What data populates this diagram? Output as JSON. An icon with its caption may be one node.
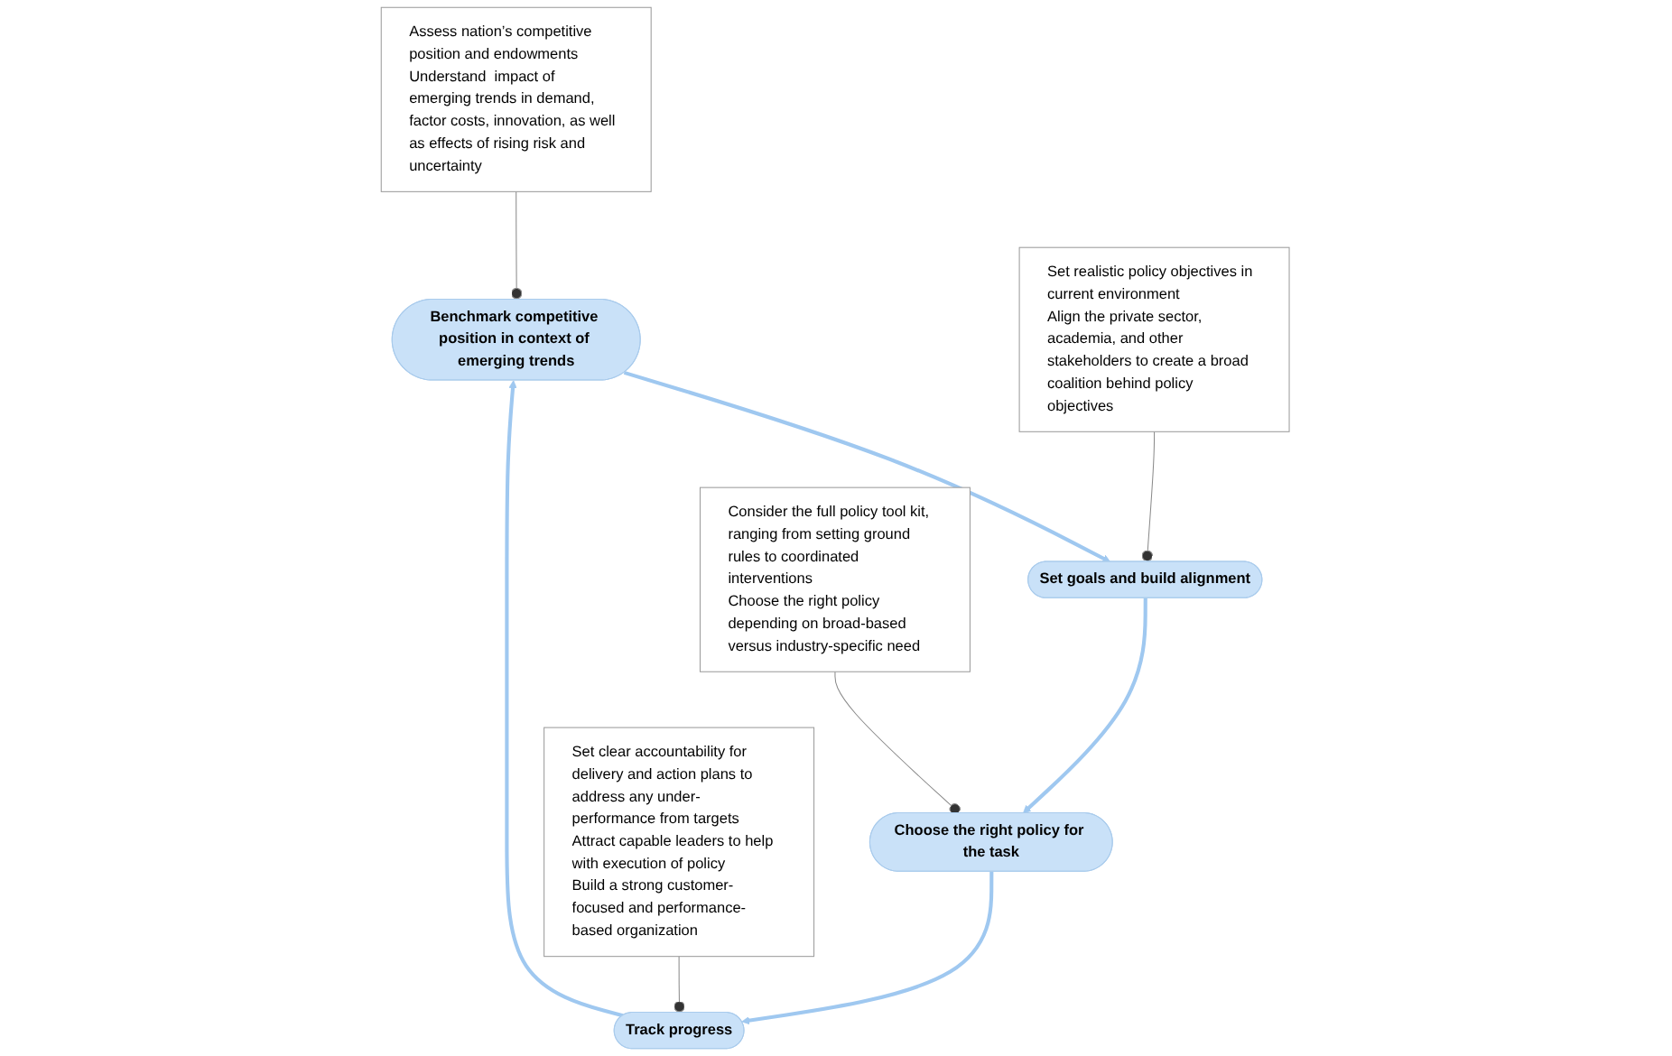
{
  "diagram": {
    "nodes": [
      {
        "text": [
          "Benchmark competitive position in context of emerging trends"
        ]
      },
      {
        "text": [
          "Set goals and build alignment"
        ]
      },
      {
        "text": [
          "Choose the right policy for the task"
        ]
      },
      {
        "text": [
          "Track progress"
        ]
      },
      {
        "text": [
          "Assess nation’s competitive position and endowments",
          "Understand  impact of emerging trends in demand, factor costs, innovation, as well as effects of rising risk and uncertainty"
        ]
      },
      {
        "text": [
          "Set realistic policy objectives in current environment",
          "Align the private sector, academia, and other stakeholders to create a broad coalition behind policy objectives"
        ]
      },
      {
        "text": [
          "Consider the full policy tool kit, ranging from setting ground rules to coordinated interventions",
          "Choose the right policy depending on broad-based versus industry-specific need"
        ]
      },
      {
        "text": [
          "Set clear accountability for delivery and action plans to address any under-performance from targets",
          "Attract capable leaders to help with execution of policy",
          "Build a strong customer-focused and performance-based organization"
        ]
      }
    ],
    "edges": [
      {
        "from": 0,
        "to": 1,
        "arrow": "to",
        "style": "thick",
        "color": "#9fc8f0"
      },
      {
        "from": 1,
        "to": 2,
        "arrow": "to",
        "style": "thick",
        "color": "#9fc8f0"
      },
      {
        "from": 2,
        "to": 3,
        "arrow": "to",
        "style": "thick",
        "color": "#9fc8f0"
      },
      {
        "from": 3,
        "to": 0,
        "arrow": "to",
        "style": "thick",
        "color": "#9fc8f0"
      },
      {
        "from": 4,
        "to": 0,
        "arrow": "other",
        "color": "#8a8a8a"
      },
      {
        "from": 5,
        "to": 1,
        "arrow": "other",
        "color": "#8a8a8a"
      },
      {
        "from": 6,
        "to": 2,
        "arrow": "other",
        "color": "#8a8a8a"
      },
      {
        "from": 7,
        "to": 3,
        "arrow": "other",
        "color": "#8a8a8a"
      }
    ]
  }
}
